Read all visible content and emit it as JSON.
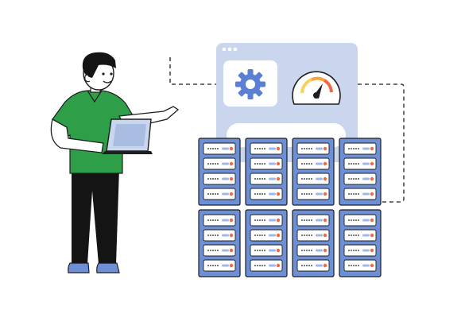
{
  "illustration": {
    "subject": "server-monitoring",
    "icons": [
      "gear-icon",
      "speedometer-icon",
      "laptop-icon",
      "server-rack-icon"
    ],
    "server_grid": {
      "rows": 2,
      "columns": 4,
      "units_per_rack": 4
    }
  },
  "colors": {
    "background": "#ffffff",
    "panel": "#c9d6ee",
    "panel_dark": "#a9bde3",
    "rack": "#6d8fd6",
    "rack_outline": "#1e1e1e",
    "unit": "#ffffff",
    "led": "#f06a3f",
    "slot": "#9fb8ea",
    "shirt": "#2e9e49",
    "pants": "#141414",
    "skin": "#ffffff",
    "shoes": "#6d8fd6",
    "gauge_arc_1": "#f06a3f",
    "gauge_arc_2": "#f7a23b",
    "gauge_arc_3": "#f7d25c",
    "gear": "#5b7fd3"
  }
}
